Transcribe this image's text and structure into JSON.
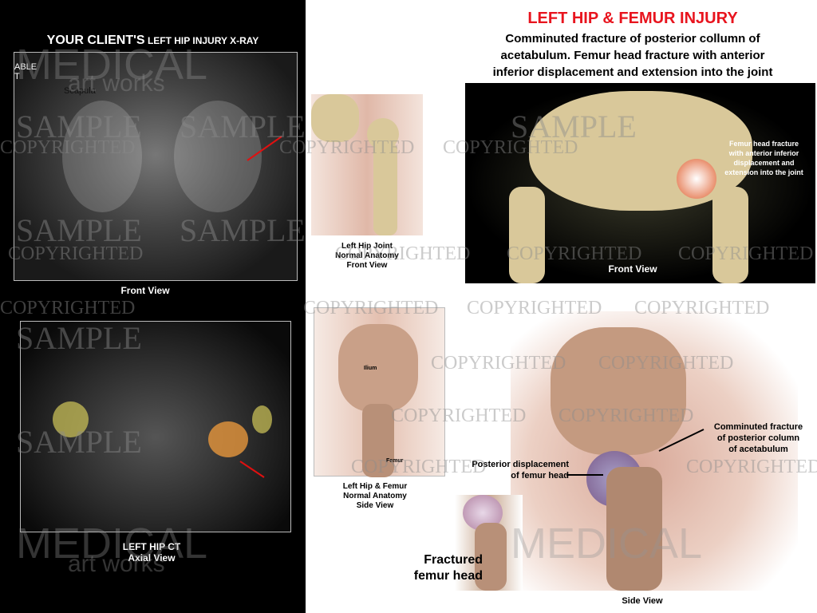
{
  "left_panel": {
    "xray_title_big": "YOUR CLIENT'S",
    "xray_title_small": "LEFT HIP INJURY X-RAY",
    "xray_cropped_text": [
      "ABLE",
      "T"
    ],
    "xray_label": "Scapula",
    "xray_caption": "Front View",
    "ct_caption_1": "LEFT HIP CT",
    "ct_caption_2": "Axial  View"
  },
  "middle": {
    "normal_front_caption": [
      "Left Hip Joint",
      "Normal Anatomy",
      "Front View"
    ],
    "normal_side_labels": {
      "ilium": "Ilium",
      "femur": "Femur"
    },
    "normal_side_caption": [
      "Left Hip & Femur",
      "Normal Anatomy",
      "Side View"
    ]
  },
  "right": {
    "title": "LEFT HIP & FEMUR INJURY",
    "title_color": "#e8141e",
    "subtitle": [
      "Comminuted fracture of posterior collumn of",
      "acetabulum.  Femur head fracture with anterior",
      "inferior displacement  and extension into the joint"
    ],
    "front_annotation": [
      "Femur head fracture",
      "with anterior inferior",
      "displacement  and",
      "extension into the joint"
    ],
    "front_caption": "Front View",
    "side_annotation_1": [
      "Comminuted fracture",
      "of posterior column",
      "of acetabulum"
    ],
    "side_annotation_2": [
      "Posterior displacement",
      "of femur head"
    ],
    "fractured_label": [
      "Fractured",
      "femur head"
    ],
    "side_caption": "Side View"
  },
  "watermarks": {
    "sample": "SAMPLE",
    "copyrighted": "COPYRIGHTED",
    "medical": "MEDICAL",
    "artworks": "art  works"
  }
}
